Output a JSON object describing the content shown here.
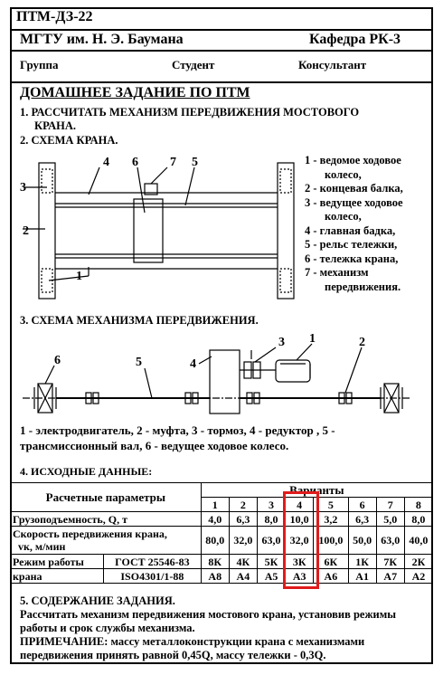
{
  "header": {
    "code": "ПТМ-ДЗ-22",
    "university": "МГТУ им. Н. Э. Баумана",
    "department": "Кафедра РК-3",
    "group_label": "Группа",
    "student_label": "Студент",
    "consultant_label": "Консультант"
  },
  "title": "ДОМАШНЕЕ ЗАДАНИЕ ПО ПТМ",
  "section1": {
    "line1": "1. РАССЧИТАТЬ  МЕХАНИЗМ  ПЕРЕДВИЖЕНИЯ  МОСТОВОГО",
    "line2": "КРАНА."
  },
  "section2": {
    "title": "2. СХЕМА КРАНА.",
    "labels": [
      "1",
      "2",
      "3",
      "4",
      "5",
      "6",
      "7"
    ],
    "legend": [
      "1 - ведомое ходовое",
      "колесо,",
      "2 - концевая балка,",
      "3 - ведущее ходовое",
      "колесо,",
      "4 - главная бадка,",
      "5 - рельс тележки,",
      "6 - тележка крана,",
      "7 - механизм",
      "передвижения."
    ]
  },
  "section3": {
    "title": "3. СХЕМА МЕХАНИЗМА  ПЕРЕДВИЖЕНИЯ.",
    "labels": [
      "1",
      "2",
      "3",
      "4",
      "5",
      "6"
    ],
    "legend_line1": "1 - электродвигатель, 2 - муфта, 3 - тормоз, 4 - редуктор , 5 -",
    "legend_line2": "трансмиссионный вал, 6 -  ведущее ходовое колесо."
  },
  "section4": {
    "title": "4. ИСХОДНЫЕ ДАННЫЕ:",
    "param_header": "Расчетные параметры",
    "variants_header": "Варианты",
    "variants": [
      "1",
      "2",
      "3",
      "4",
      "5",
      "6",
      "7",
      "8"
    ],
    "rows": {
      "load_label": "Грузоподъемность, Q, т",
      "load_values": [
        "4,0",
        "6,3",
        "8,0",
        "10,0",
        "3,2",
        "6,3",
        "5,0",
        "8,0"
      ],
      "speed_label1": "Скорость передвижения крана,",
      "speed_label2": "vк, м/мин",
      "speed_values": [
        "80,0",
        "32,0",
        "63,0",
        "32,0",
        "100,0",
        "50,0",
        "63,0",
        "40,0"
      ],
      "mode_label1": "Режим работы",
      "mode_label2": "крана",
      "gost_label": "ГОСТ 25546-83",
      "iso_label": "ISO4301/1-88",
      "gost_values": [
        "8К",
        "4К",
        "5К",
        "3К",
        "6К",
        "1К",
        "7К",
        "2К"
      ],
      "iso_values": [
        "А8",
        "А4",
        "А5",
        "А3",
        "А6",
        "А1",
        "А7",
        "А2"
      ]
    },
    "highlight_color": "#e01b1b"
  },
  "section5": {
    "title": "5. СОДЕРЖАНИЕ ЗАДАНИЯ.",
    "line1": "Рассчитать механизм передвижения  мостового крана, установив режимы",
    "line2": "работы и срок службы механизма.",
    "line3": "ПРИМЕЧАНИЕ:  массу металлоконструкции крана с механизмами",
    "line4": "передвижения принять равной 0,45Q, массу тележки - 0,3Q."
  }
}
